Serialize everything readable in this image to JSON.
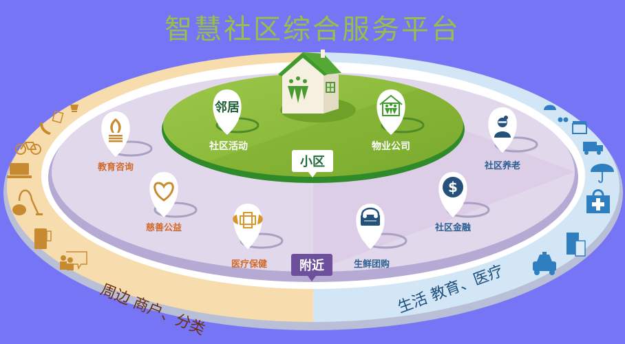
{
  "title": "智慧社区综合服务平台",
  "colors": {
    "background": "#7575f5",
    "title": "#95c04a",
    "outer_ring_left": "#f7dcae",
    "outer_ring_right": "#d3e6f5",
    "middle_disc": "#e0d6ea",
    "inner_disc": "#8dbb3c",
    "orange_text": "#d06a2a",
    "blue_text": "#2a5f8f",
    "nearby_tag": "#6d4f9c",
    "left_icons": "#c88a30",
    "right_icons": "#2f7fc0"
  },
  "inner_zone": {
    "tag": "小区",
    "center_icon": "house-people-icon",
    "items": [
      {
        "pin_text": "邻居",
        "label": "社区活动",
        "icon": "neighbor-text-pin"
      },
      {
        "label": "物业公司",
        "icon": "property-house-icon"
      }
    ]
  },
  "middle_zone": {
    "tag": "附近",
    "items": [
      {
        "label": "教育咨询",
        "icon": "lamp-book-icon",
        "color": "orange"
      },
      {
        "label": "慈善公益",
        "icon": "smiling-heart-icon",
        "color": "orange"
      },
      {
        "label": "医疗保健",
        "icon": "winged-cross-icon",
        "color": "orange"
      },
      {
        "label": "生鲜团购",
        "icon": "shopping-basket-icon",
        "color": "blue"
      },
      {
        "label": "社区金融",
        "icon": "dollar-coin-icon",
        "color": "blue"
      },
      {
        "label": "社区养老",
        "icon": "elderly-woman-icon",
        "color": "blue"
      }
    ]
  },
  "outer_zone": {
    "left_caption": "周边 商户、分类",
    "right_caption": "生活 教育、医疗",
    "left_icons": [
      "coffee-cup-icon",
      "document-pen-icon",
      "phone-handset-icon",
      "bicycle-icon",
      "laptop-icon",
      "vacuum-cleaner-icon",
      "pos-terminal-icon",
      "people-chat-icon"
    ],
    "right_icons": [
      "food-cloche-icon",
      "cherries-icon",
      "gift-box-icon",
      "delivery-truck-icon",
      "umbrella-icon",
      "medical-kit-icon",
      "book-teacher-icon",
      "taxi-icon"
    ]
  }
}
